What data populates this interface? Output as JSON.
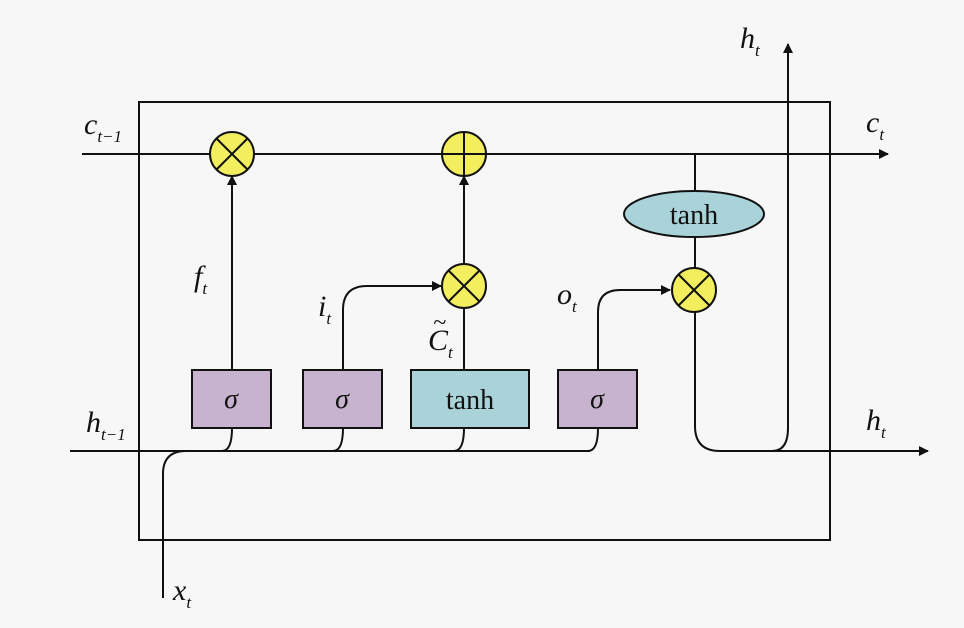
{
  "labels": {
    "c_prev": {
      "main": "c",
      "sub": "t−1"
    },
    "c_next": {
      "main": "c",
      "sub": "t"
    },
    "h_prev": {
      "main": "h",
      "sub": "t−1"
    },
    "h_next_right": {
      "main": "h",
      "sub": "t"
    },
    "h_next_top": {
      "main": "h",
      "sub": "t"
    },
    "x_in": {
      "main": "x",
      "sub": "t"
    },
    "forget": {
      "main": "f",
      "sub": "t"
    },
    "input": {
      "main": "i",
      "sub": "t"
    },
    "candidate": {
      "main": "C",
      "accent": "~",
      "sub": "t"
    },
    "output": {
      "main": "o",
      "sub": "t"
    }
  },
  "blocks": {
    "sigma_forget": "σ",
    "sigma_input": "σ",
    "tanh_candidate": "tanh",
    "sigma_output": "σ",
    "tanh_cell": "tanh"
  },
  "colors": {
    "sigma_fill": "#c8b3cf",
    "tanh_fill": "#a9d3d9",
    "operator_fill": "#f3ee5e"
  },
  "operators": [
    "multiply",
    "add",
    "multiply",
    "multiply"
  ]
}
